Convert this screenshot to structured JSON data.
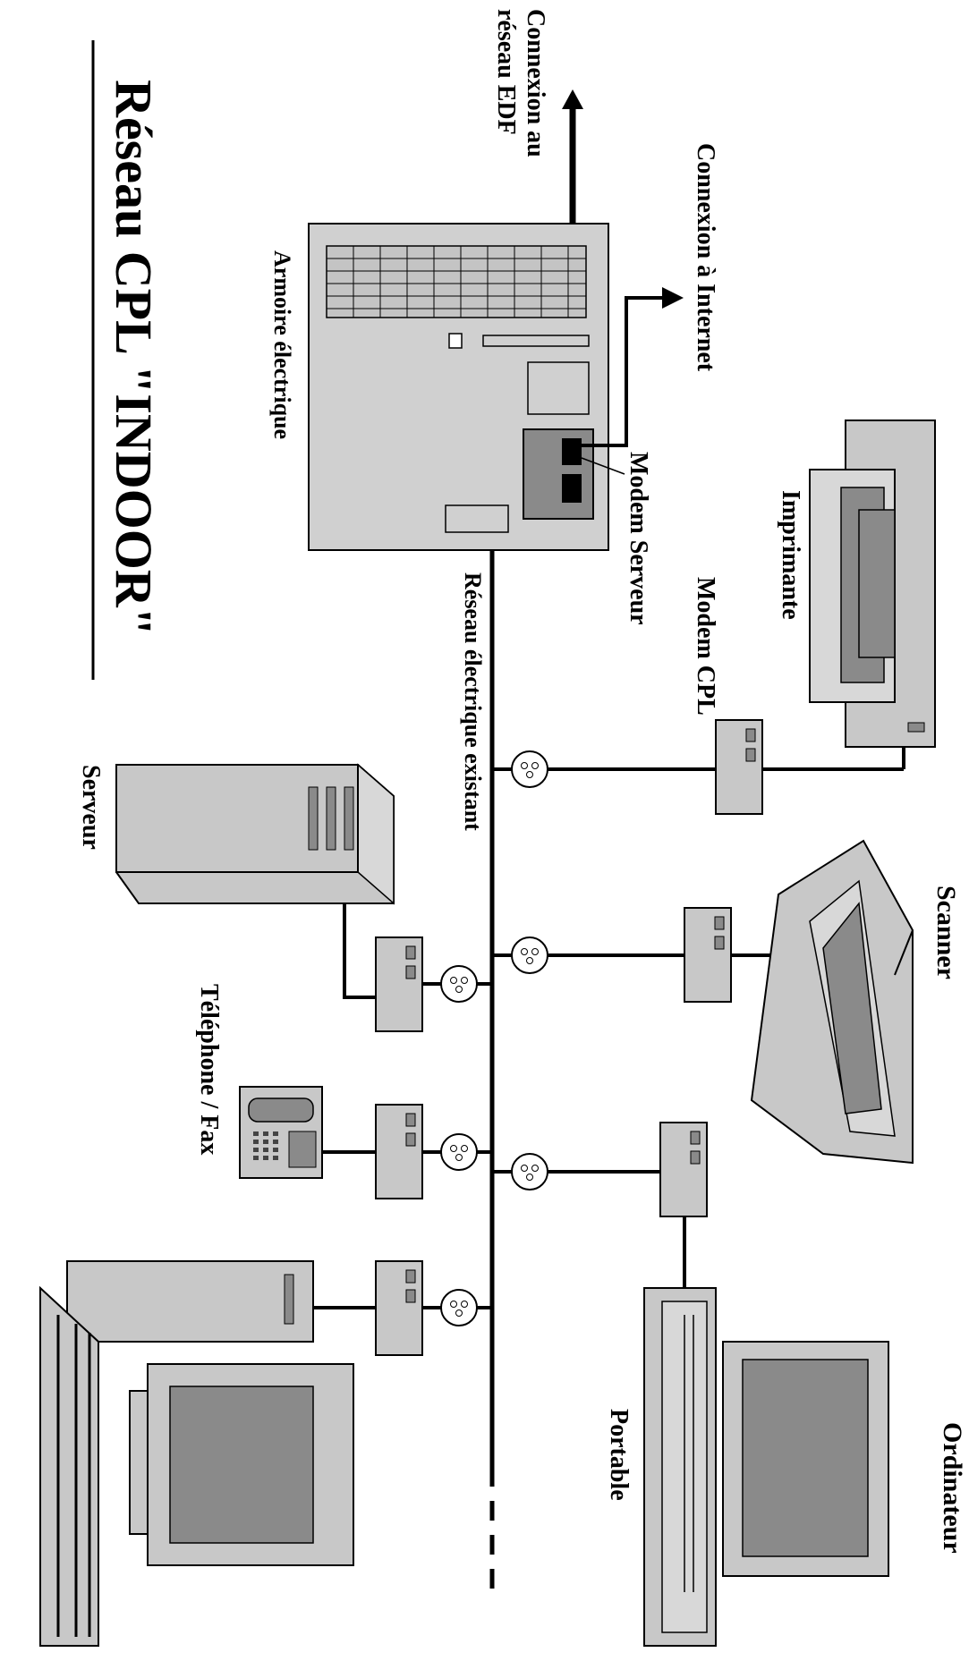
{
  "title": "Réseau CPL \"INDOOR\"",
  "labels": {
    "edf_connection_line1": "Connexion au",
    "edf_connection_line2": "réseau EDF",
    "internet_connection": "Connexion à Internet",
    "electrical_cabinet": "Armoire électrique",
    "server_modem": "Modem Serveur",
    "existing_network": "Réseau électrique existant",
    "cpl_modem": "Modem CPL",
    "printer": "Imprimante",
    "scanner": "Scanner",
    "laptop": "Portable",
    "server": "Serveur",
    "phone_fax": "Téléphone / Fax",
    "computer": "Ordinateur"
  },
  "colors": {
    "device_fill": "#c8c8c8",
    "device_dark": "#8a8a8a",
    "line": "#000000",
    "cabinet_fill": "#d0d0d0"
  }
}
